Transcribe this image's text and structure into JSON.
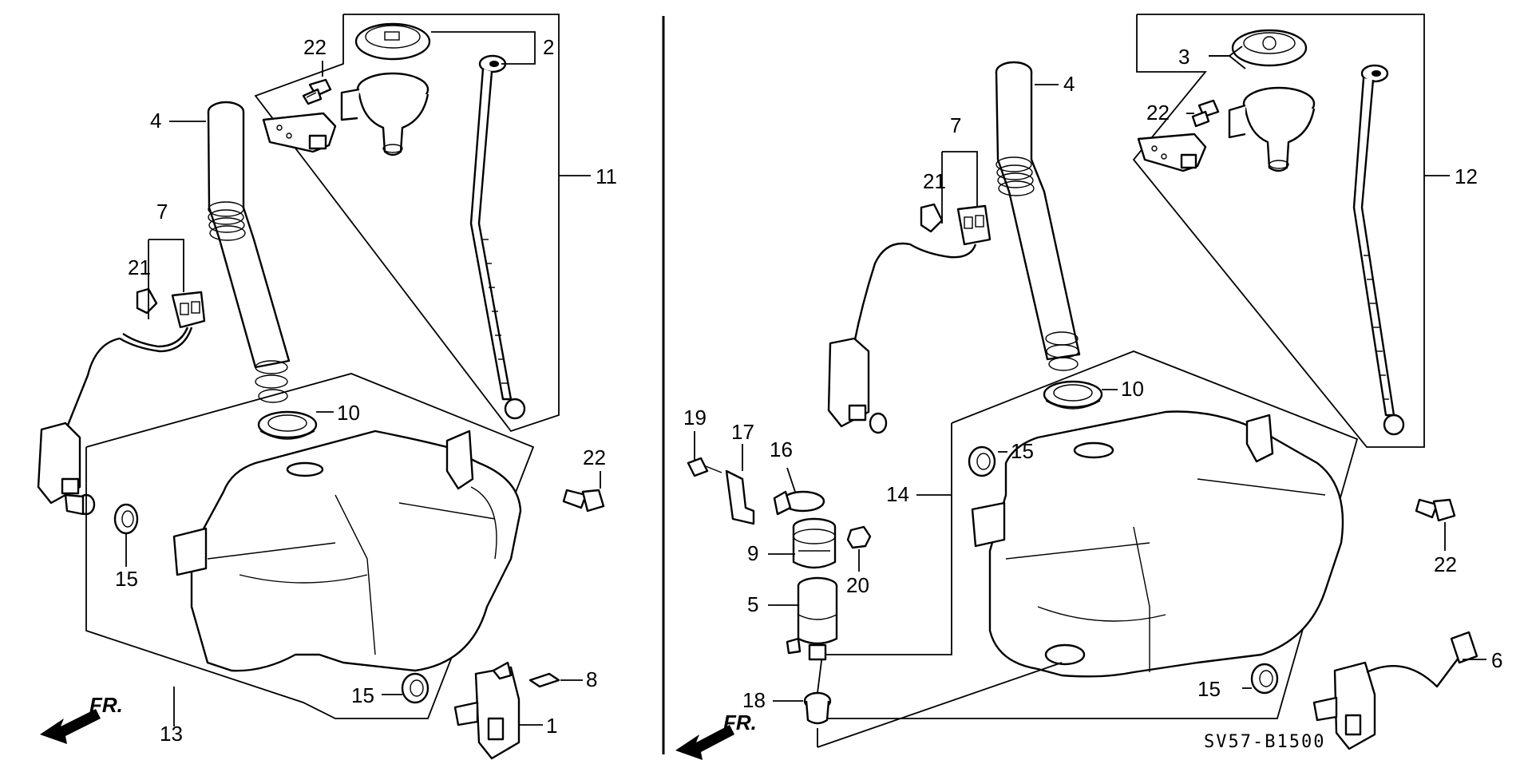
{
  "diagram": {
    "drawing_code": "SV57-B1500",
    "direction_label": "FR.",
    "left": {
      "labels": {
        "l1": "1",
        "l2": "2",
        "l4": "4",
        "l7": "7",
        "l8": "8",
        "l10": "10",
        "l11": "11",
        "l13": "13",
        "l15a": "15",
        "l15b": "15",
        "l21": "21",
        "l22a": "22",
        "l22b": "22"
      }
    },
    "right": {
      "labels": {
        "r3": "3",
        "r4": "4",
        "r5": "5",
        "r6": "6",
        "r7": "7",
        "r9": "9",
        "r10": "10",
        "r12": "12",
        "r14": "14",
        "r15a": "15",
        "r15b": "15",
        "r16": "16",
        "r17": "17",
        "r18": "18",
        "r19": "19",
        "r20": "20",
        "r21": "21",
        "r22a": "22",
        "r22b": "22"
      }
    }
  }
}
